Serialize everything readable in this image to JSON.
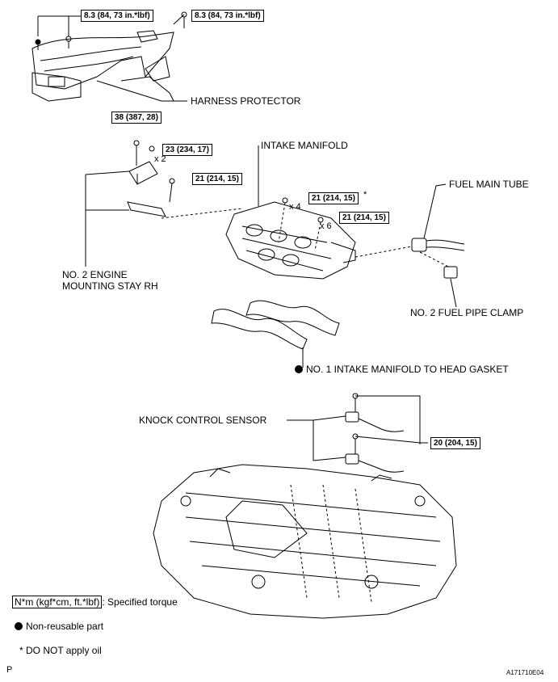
{
  "labels": {
    "harness_protector": "HARNESS PROTECTOR",
    "intake_manifold": "INTAKE MANIFOLD",
    "fuel_main_tube": "FUEL MAIN TUBE",
    "engine_stay_line1": "NO. 2 ENGINE",
    "engine_stay_line2": "MOUNTING STAY RH",
    "fuel_pipe_clamp": "NO. 2 FUEL PIPE CLAMP",
    "gasket": "NO. 1 INTAKE MANIFOLD TO HEAD GASKET",
    "knock_sensor": "KNOCK CONTROL SENSOR"
  },
  "torques": {
    "harness_left": "8.3 (84, 73 in.*lbf)",
    "harness_right": "8.3 (84, 73 in.*lbf)",
    "stay_top": "38 (387, 28)",
    "stay_x2": "23 (234, 17)",
    "stay_bolt": "21 (214, 15)",
    "manifold_x4": "21 (214, 15)",
    "manifold_x6": "21 (214, 15)",
    "knock": "20 (204, 15)"
  },
  "counts": {
    "x2": "x 2",
    "x4": "x 4",
    "x6": "x 6"
  },
  "asterisk": "*",
  "legend": {
    "torque_unit": "N*m (kgf*cm, ft.*lbf)",
    "torque_desc": ": Specified torque",
    "nonreusable": "Non-reusable part",
    "no_oil": "* DO NOT apply oil"
  },
  "footer": {
    "left": "P",
    "right": "A171710E04"
  }
}
